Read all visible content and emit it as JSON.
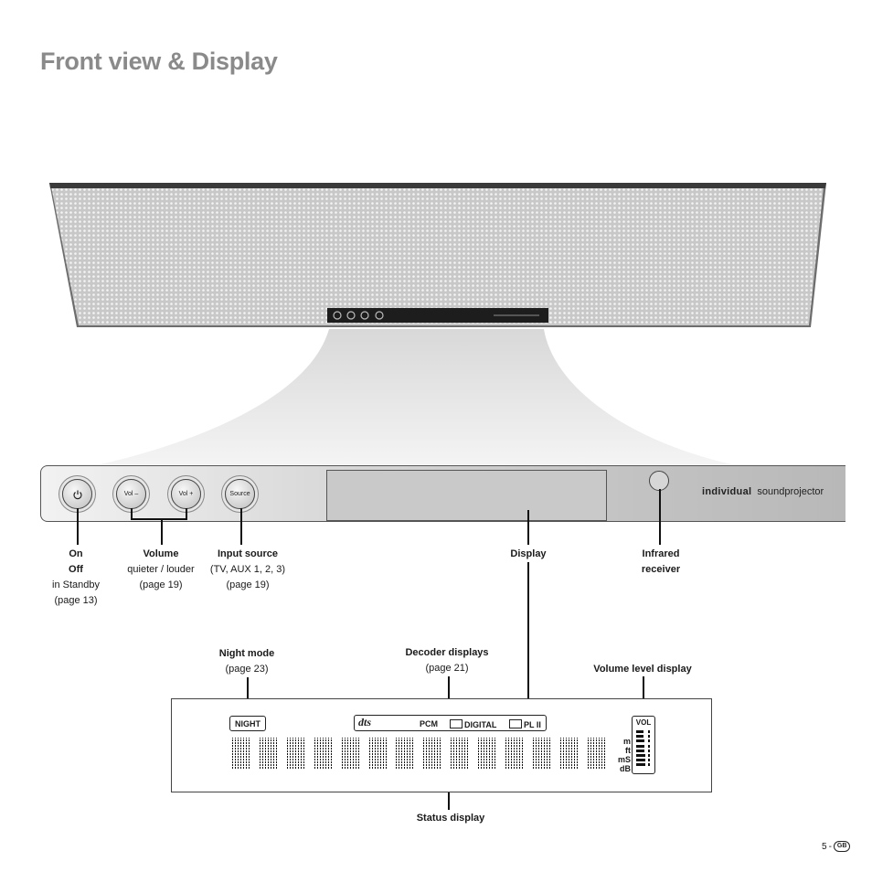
{
  "page": {
    "title": "Front view & Display",
    "page_number": "5",
    "lang_badge": "GB"
  },
  "device": {
    "panel_buttons": [
      {
        "name": "power",
        "label": ""
      },
      {
        "name": "vol-minus",
        "label": "Vol –"
      },
      {
        "name": "vol-plus",
        "label": "Vol +"
      },
      {
        "name": "source",
        "label": "Source"
      }
    ],
    "brand": "individual",
    "model": "soundprojector"
  },
  "callouts": {
    "on_off": {
      "title1": "On",
      "title2": "Off",
      "line1": "in Standby",
      "line2": "(page 13)"
    },
    "volume": {
      "title": "Volume",
      "line1": "quieter / louder",
      "line2": "(page 19)"
    },
    "input_source": {
      "title": "Input source",
      "line1": "(TV, AUX 1, 2, 3)",
      "line2": "(page 19)"
    },
    "display": {
      "title": "Display"
    },
    "infrared": {
      "title1": "Infrared",
      "title2": "receiver"
    },
    "night_mode": {
      "title": "Night mode",
      "line1": "(page 23)"
    },
    "decoder": {
      "title": "Decoder displays",
      "line1": "(page 21)"
    },
    "volume_level": {
      "title": "Volume level display"
    },
    "status": {
      "title": "Status display"
    }
  },
  "lcd": {
    "night": "NIGHT",
    "dts": "dts",
    "pcm": "PCM",
    "dolby_digital": "DIGITAL",
    "dolby_pl": "PL II",
    "dolby_mark": "DD",
    "vol": "VOL",
    "units": [
      "m",
      "ft",
      "mS",
      "dB"
    ],
    "segment_count": 14
  }
}
